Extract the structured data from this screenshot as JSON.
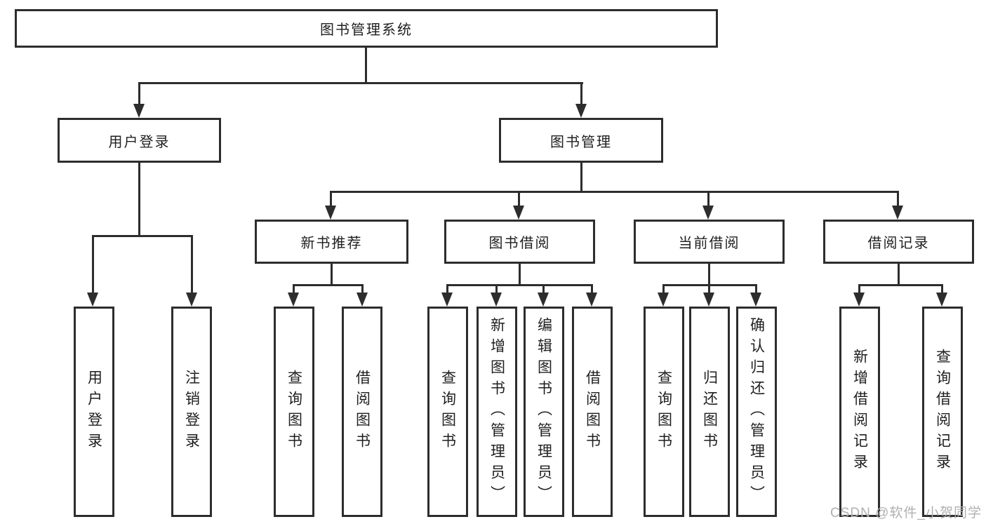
{
  "tree": {
    "root": {
      "label": "图书管理系统"
    },
    "branches": [
      {
        "label": "用户登录",
        "children": [
          {
            "label": "用户登录"
          },
          {
            "label": "注销登录"
          }
        ]
      },
      {
        "label": "图书管理",
        "children": [
          {
            "label": "新书推荐",
            "children": [
              {
                "label": "查询图书"
              },
              {
                "label": "借阅图书"
              }
            ]
          },
          {
            "label": "图书借阅",
            "children": [
              {
                "label": "查询图书"
              },
              {
                "label": "新增图书（管理员）"
              },
              {
                "label": "编辑图书（管理员）"
              },
              {
                "label": "借阅图书"
              }
            ]
          },
          {
            "label": "当前借阅",
            "children": [
              {
                "label": "查询图书"
              },
              {
                "label": "归还图书"
              },
              {
                "label": "确认归还（管理员）"
              }
            ]
          },
          {
            "label": "借阅记录",
            "children": [
              {
                "label": "新增借阅记录"
              },
              {
                "label": "查询借阅记录"
              }
            ]
          }
        ]
      }
    ]
  },
  "watermark": {
    "text": "CSDN @软件_小贺同学"
  },
  "colors": {
    "line": "#2d2d2d",
    "text": "#1f1f1f",
    "watermark": "#b0b0b0",
    "background": "#ffffff"
  }
}
